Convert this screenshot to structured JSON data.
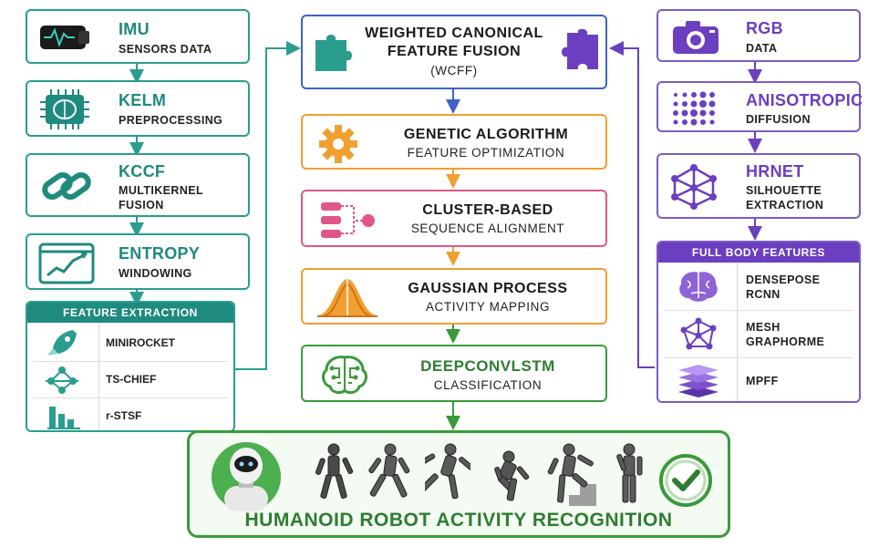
{
  "left": {
    "imu": {
      "title": "IMU",
      "sub": "SENSORS DATA"
    },
    "kelm": {
      "title": "KELM",
      "sub": "PREPROCESSING"
    },
    "kccf": {
      "title": "KCCF",
      "sub1": "MULTIKERNEL",
      "sub2": "FUSION"
    },
    "entropy": {
      "title": "ENTROPY",
      "sub": "WINDOWING"
    },
    "feature_extraction": {
      "header": "FEATURE EXTRACTION",
      "items": [
        "MINIROCKET",
        "TS-CHIEF",
        "r-STSF"
      ]
    }
  },
  "center": {
    "wcff": {
      "line1": "WEIGHTED CANONICAL",
      "line2": "FEATURE FUSION",
      "line3": "(WCFF)"
    },
    "ga": {
      "title": "GENETIC ALGORITHM",
      "sub": "FEATURE OPTIMIZATION"
    },
    "cluster": {
      "title": "CLUSTER-BASED",
      "sub": "SEQUENCE ALIGNMENT"
    },
    "gp": {
      "title": "GAUSSIAN PROCESS",
      "sub": "ACTIVITY MAPPING"
    },
    "dcl": {
      "title": "DEEPCONVLSTM",
      "sub": "CLASSIFICATION"
    }
  },
  "right": {
    "rgb": {
      "title": "RGB",
      "sub": "DATA"
    },
    "aniso": {
      "title": "ANISOTROPIC",
      "sub": "DIFFUSION"
    },
    "hrnet": {
      "title": "HRNET",
      "sub1": "SILHOUETTE",
      "sub2": "EXTRACTION"
    },
    "full_body": {
      "header": "FULL BODY FEATURES",
      "items": [
        [
          "DENSEPOSE",
          "RCNN"
        ],
        [
          "MESH",
          "GRAPHORME"
        ],
        [
          "MPFF",
          ""
        ]
      ]
    }
  },
  "bottom": {
    "title": "HUMANOID ROBOT ACTIVITY RECOGNITION"
  },
  "colors": {
    "teal": "#2a9d8f",
    "purple": "#7b5cc4",
    "blue": "#3f63c9",
    "orange": "#f0a030",
    "pink": "#e0568a",
    "green": "#3a9a3a"
  }
}
